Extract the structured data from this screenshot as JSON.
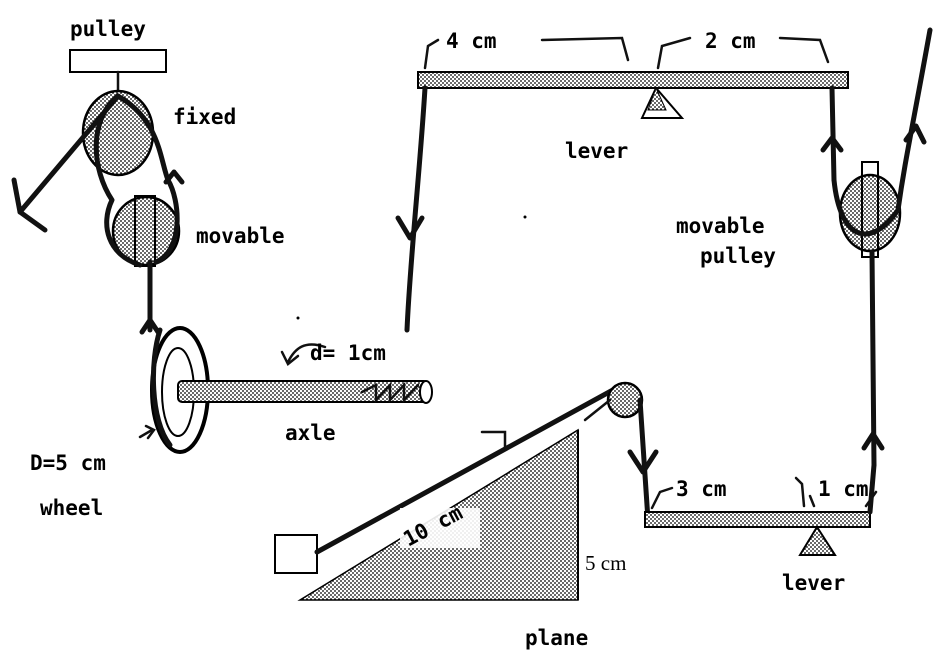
{
  "labels": {
    "pulley": "pulley",
    "fixed": "fixed",
    "movable": "movable",
    "lever_top": "lever",
    "top_left_distance": "4 cm",
    "top_right_distance": "2 cm",
    "movable_pulley_line1": "movable",
    "movable_pulley_line2": "pulley",
    "axle_d": "d= 1cm",
    "axle": "axle",
    "wheel_D": "D=5 cm",
    "wheel": "wheel",
    "plane_length": "10 cm",
    "plane_height": "5 cm",
    "plane": "plane",
    "bottom_left_distance": "3 cm",
    "bottom_right_distance": "1 cm",
    "lever_bottom": "lever"
  }
}
